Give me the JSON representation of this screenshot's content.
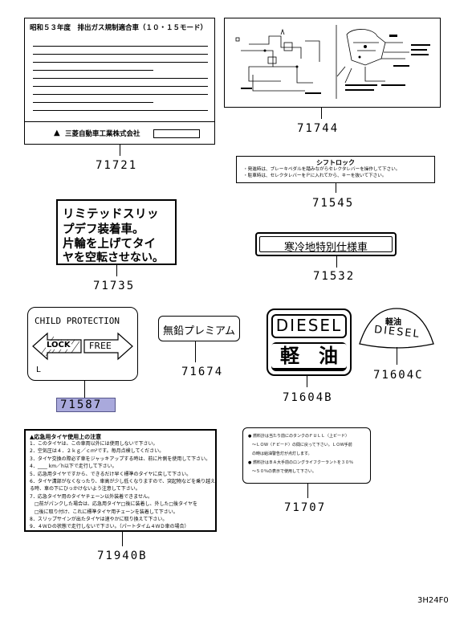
{
  "labels": {
    "l71721": {
      "heading": "昭和５３年度　排出ガス規制適合車（１０・１５モード）",
      "maker": "三菱自動車工業株式会社",
      "part": "71721"
    },
    "l71744": {
      "part": "71744"
    },
    "l71545": {
      "title": "シフトロック",
      "line1": "・発進時は、ブレーキペダルを踏みながらセレクタレバーを操作して下さい。",
      "line2": "・駐車時は、セレクタレバーをＰに入れてから、キーを抜いて下さい。",
      "part": "71545"
    },
    "l71735": {
      "line1": "リミテッドスリッ",
      "line2": "プデフ装着車。",
      "line3": "片輪を上げてタイ",
      "line4": "ヤを空転させない。",
      "part": "71735"
    },
    "l71532": {
      "text": "寒冷地特別仕様車",
      "part": "71532"
    },
    "l71587": {
      "title": "CHILD PROTECTION",
      "lock": "LOCK",
      "free": "FREE",
      "corner": "L",
      "part": "71587"
    },
    "l71674": {
      "text": "無鉛プレミアム",
      "part": "71674"
    },
    "l71604B": {
      "top": "DIESEL",
      "bottom": "軽　油",
      "part": "71604B"
    },
    "l71604C": {
      "top": "軽油",
      "bottom": "DIESEL",
      "part": "71604C"
    },
    "l71940B": {
      "heading": "▲応急用タイヤ使用上の注意",
      "lines": [
        "1．このタイヤは、この車両以外には使用しないで下さい。",
        "2．空気圧は４．２ｋｇ／ｃｍ²です。毎月点検してください。",
        "3．タイヤ交換の際必ず車をジャッキアップする時は、前に片側を使用して下さい。",
        "4．____ km／h以下で走行して下さい。",
        "5．応急用タイヤですから、できるだけ早く標準のタイヤに戻して下さい。",
        "6．タイヤ溝部がなくなったり、車高が少し低くなりますので、突起物などを乗り越える時、車の下にひっかけないよう注意して下さい。",
        "7．応急タイヤ用のタイヤチェーン以外装着できません。",
        "　□前がパンクした場合は、応急用タイヤ□後に装着し、外した□後タイヤを",
        "　□後に取り付け、これに標準タイヤ用チェーンを装着して下さい。",
        "8．スリップサインが出たタイヤは速やかに取り換えて下さい。",
        "9．４ＷＤの状態で走行しないで下さい。（パートタイム４ＷＤ車の場合）"
      ],
      "part": "71940B"
    },
    "l71707": {
      "lines": [
        "● 燃料計は当たり前にのタンクのＦＵＬＬ（上ビード）",
        "　〜ＬＯＷ（Ｆビード）の間に戻って下さい。ＬＯＷ手前",
        "　の時は給油警告灯が点灯します。",
        "● 燃料計はＢＡ大手前のロングライフクーラントを３０％",
        "　〜５０％の表示で使用して下さい。"
      ],
      "part": "71707"
    }
  },
  "footer_code": "3H24F0",
  "highlight_color": "#a9a9dc"
}
